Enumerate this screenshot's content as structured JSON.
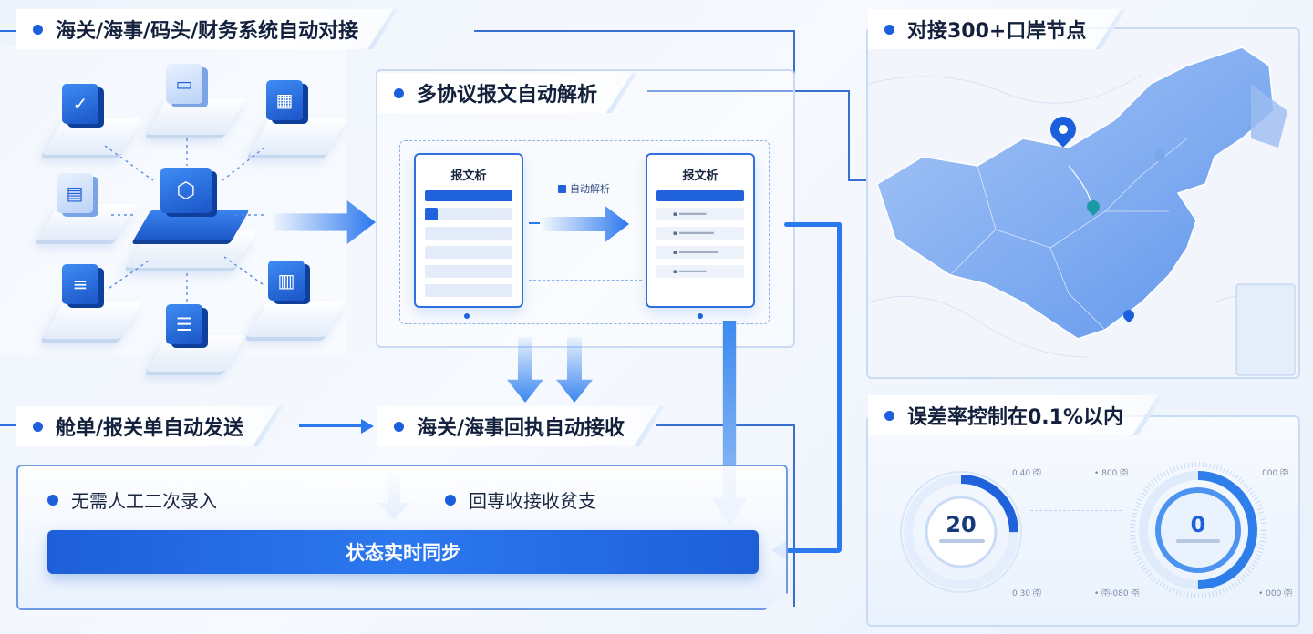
{
  "sections": {
    "integration": {
      "label": "海关/海事/码头/财务系统自动对接"
    },
    "parsing": {
      "label": "多协议报文自动解析",
      "auto_parse": "自动解析"
    },
    "nodes": {
      "label": "对接300+口岸节点"
    },
    "sending": {
      "label": "舱单/报关单自动发送"
    },
    "receipt": {
      "label": "海关/海事回执自动接收"
    },
    "error_rate": {
      "label": "误差率控制在0.1%以内"
    }
  },
  "documents": {
    "left_title": "报文析",
    "right_title": "报文析"
  },
  "features": {
    "no_manual": "无需人工二次录入",
    "receipt_status": "回専收接收贫支",
    "sync_button": "状态实时同步"
  },
  "gauges": [
    {
      "value": "20",
      "top_left": "0 40 ㈜",
      "top_right": "• 800 ㈜",
      "bottom_left": "0 30 ㈜",
      "progress": 0.25
    },
    {
      "value": "0",
      "top_left": "",
      "top_right": "000 ㈜",
      "bottom_left": "• ㈜-080 ㈜",
      "bottom_right": "• 000 ㈜",
      "progress": 0.5
    }
  ],
  "colors": {
    "accent": "#1b5fdc",
    "arrow": "#2b78ef",
    "map": "#6a9ef0"
  }
}
